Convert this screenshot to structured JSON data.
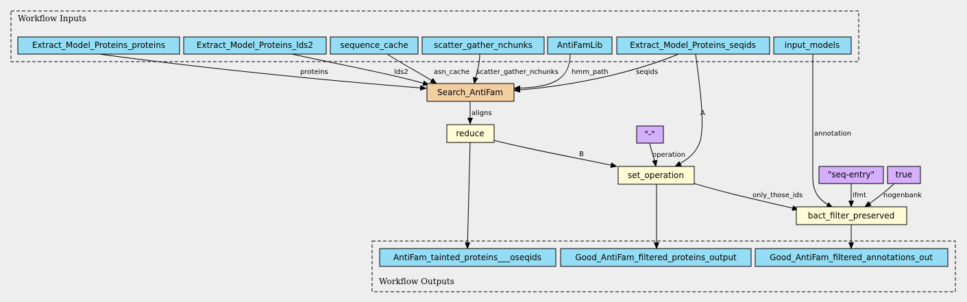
{
  "clusters": {
    "inputs": "Workflow Inputs",
    "outputs": "Workflow Outputs"
  },
  "colors": {
    "io_node": "#94ddf4",
    "tool_node": "#f3cea1",
    "expression_node": "#fffcd5",
    "constant_node": "#d5aefc",
    "background": "#eeeeee"
  },
  "nodes": {
    "in_proteins": "Extract_Model_Proteins_proteins",
    "in_lds2": "Extract_Model_Proteins_lds2",
    "in_seqcache": "sequence_cache",
    "in_nchunks": "scatter_gather_nchunks",
    "in_antifamlib": "AntiFamLib",
    "in_seqids": "Extract_Model_Proteins_seqids",
    "in_models": "input_models",
    "search_antifam": "Search_AntiFam",
    "reduce": "reduce",
    "const_dash": "\"-\"",
    "set_operation": "set_operation",
    "const_seqentry": "\"seq-entry\"",
    "const_true": "true",
    "bact_filter": "bact_filter_preserved",
    "out_tainted": "AntiFam_tainted_proteins___oseqids",
    "out_good_proteins": "Good_AntiFam_filtered_proteins_output",
    "out_good_annotations": "Good_AntiFam_filtered_annotations_out"
  },
  "edge_labels": {
    "proteins": "proteins",
    "lds2": "lds2",
    "asn_cache": "asn_cache",
    "scatter_gather_nchunks": "scatter_gather_nchunks",
    "hmm_path": "hmm_path",
    "seqids": "seqids",
    "aligns": "aligns",
    "A": "A",
    "B": "B",
    "operation": "operation",
    "annotation": "annotation",
    "only_those_ids": "only_those_ids",
    "ifmt": "ifmt",
    "nogenbank": "nogenbank"
  }
}
